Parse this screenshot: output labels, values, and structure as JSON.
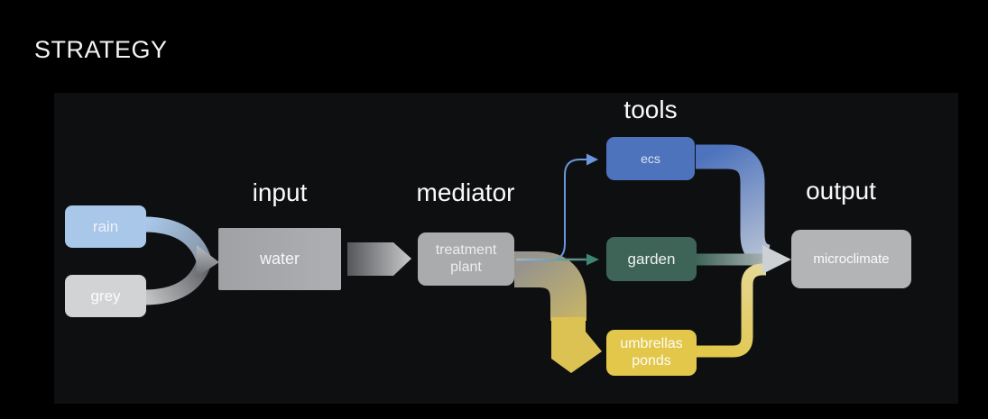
{
  "title": "STRATEGY",
  "diagram": {
    "section_labels": {
      "input": "input",
      "mediator": "mediator",
      "tools": "tools",
      "output": "output"
    },
    "nodes": {
      "rain": "rain",
      "grey": "grey",
      "water": "water",
      "treatment_plant": "treatment plant",
      "ecs": "ecs",
      "garden": "garden",
      "umbrellas_ponds": "umbrellas ponds",
      "microclimate": "microclimate"
    },
    "edges": [
      {
        "from": "rain",
        "to": "water"
      },
      {
        "from": "grey",
        "to": "water"
      },
      {
        "from": "water",
        "to": "treatment plant"
      },
      {
        "from": "treatment plant",
        "to": "ecs"
      },
      {
        "from": "treatment plant",
        "to": "garden"
      },
      {
        "from": "treatment plant",
        "to": "umbrellas ponds"
      },
      {
        "from": "ecs",
        "to": "microclimate"
      },
      {
        "from": "garden",
        "to": "microclimate"
      },
      {
        "from": "umbrellas ponds",
        "to": "microclimate"
      }
    ],
    "colors": {
      "page_bg": "#000000",
      "panel_bg": "#0e0f11",
      "rain_box": "#a9c7e9",
      "grey_box": "#d2d3d4",
      "water_box": "#a7a9ac",
      "treatment_box": "#a9abad",
      "ecs_box": "#4e73bd",
      "garden_box": "#3e6458",
      "umbrellas_box": "#e2c74b",
      "microclimate_box": "#b2b4b6",
      "thin_blue_line": "#6b97dd",
      "teal_arrow": "#3d8573",
      "yellow_band": "#e2c74b",
      "label_text": "#fafafa"
    }
  }
}
